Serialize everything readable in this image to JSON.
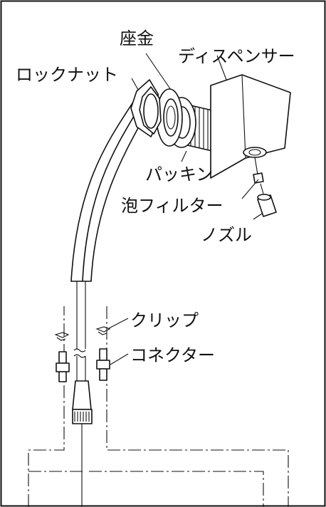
{
  "labels": {
    "washer": "座金",
    "dispenser": "ディスペンサー",
    "locknut": "ロックナット",
    "packing": "パッキン",
    "foam_filter": "泡フィルター",
    "nozzle": "ノズル",
    "clip": "クリップ",
    "connector": "コネクター"
  }
}
